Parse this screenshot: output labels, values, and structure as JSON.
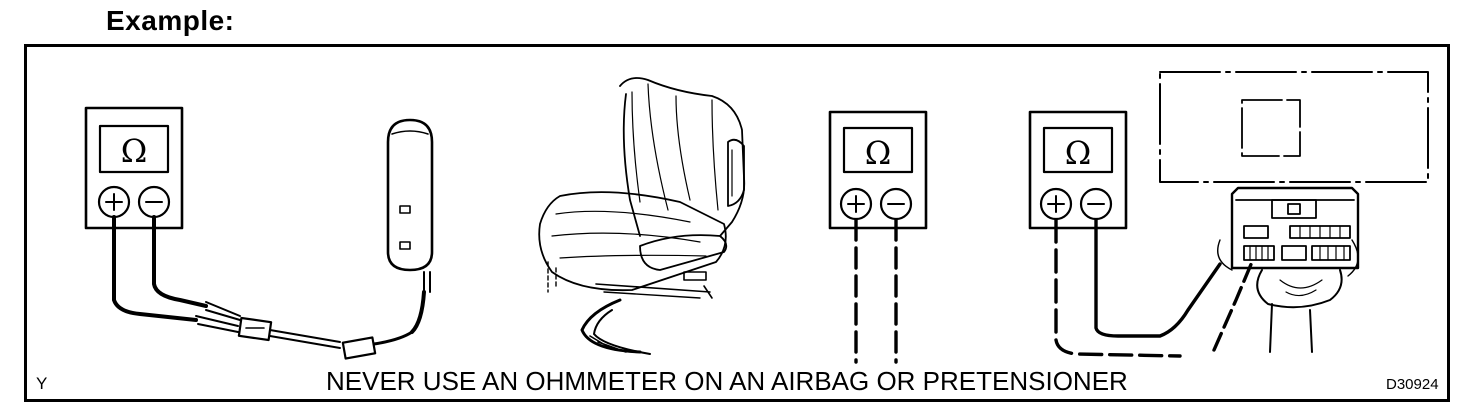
{
  "heading": "Example:",
  "warning": "NEVER USE AN OHMMETER ON AN AIRBAG OR PRETENSIONER",
  "corner_label": "Y",
  "figure_code": "D30924",
  "meter": {
    "symbol": "Ω",
    "plus": "+",
    "minus": "−"
  },
  "colors": {
    "ink": "#000000",
    "paper": "#ffffff"
  },
  "icons": [
    "ohmmeter-icon",
    "airbag-module-icon",
    "seat-icon",
    "connector-icon",
    "ecu-icon"
  ]
}
